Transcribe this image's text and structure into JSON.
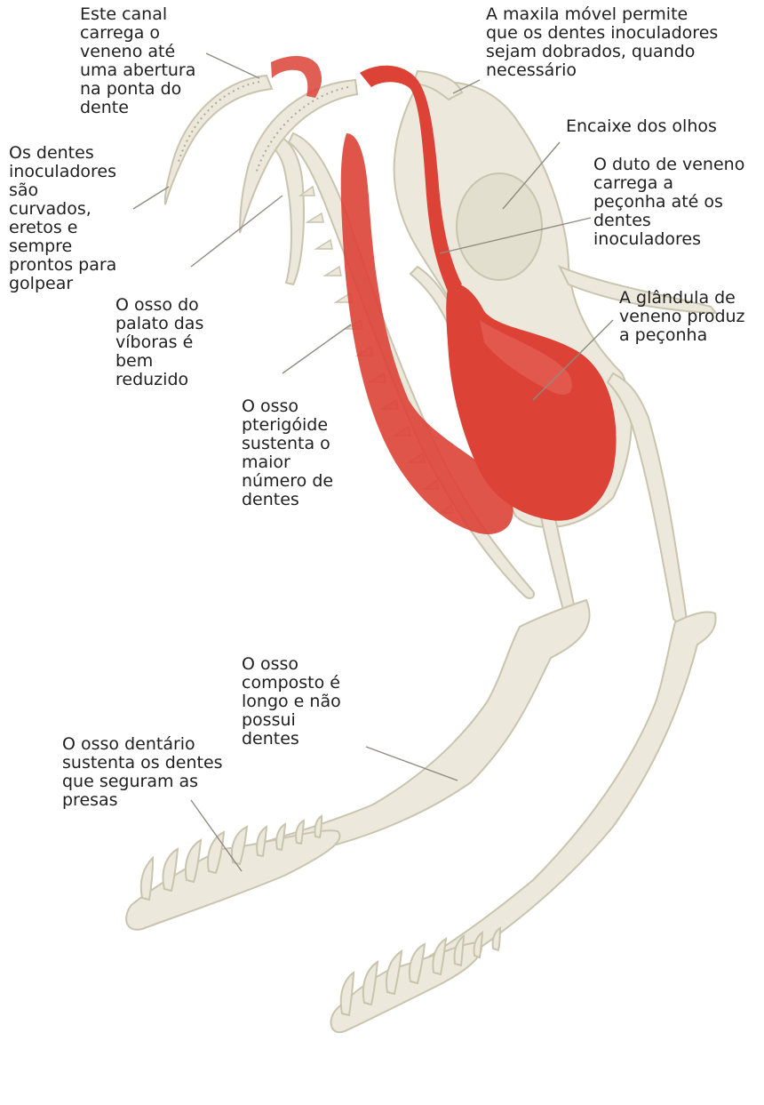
{
  "colors": {
    "bone": "#ece9dc",
    "bone_shadow": "#d9d5c2",
    "bone_outline": "#c9c4ae",
    "venom": "#dc4236",
    "venom_dark": "#b8302a",
    "leader_line": "#8f8c84",
    "text": "#1f1f1f"
  },
  "labels": {
    "canal": "Este canal\ncarrega o\nveneno até\numa abertura\nna ponta do\ndente",
    "maxila": "A maxila móvel permite\nque os dentes inoculadores\nsejam dobrados, quando\nnecessário",
    "encaixe": "Encaixe dos olhos",
    "duto": "O duto de veneno\ncarrega a\npeçonha até os\ndentes\ninoculadores",
    "glandula": "A glândula de\nveneno produz\na peçonha",
    "dentes_inoculadores": "Os dentes\ninoculadores\nsão\ncurvados,\neretos e\nsempre\nprontos para\ngolpear",
    "palato": "O osso do\npalato das\nvíboras é\nbem\nreduzido",
    "pterigoide": "O osso\npterigóide\nsustenta o\nmaior\nnúmero de\ndentes",
    "composto": "O osso\ncomposto é\nlongo e não\npossui\ndentes",
    "dentario": "O osso dentário\nsustenta os dentes\nque seguram as\npresas"
  }
}
